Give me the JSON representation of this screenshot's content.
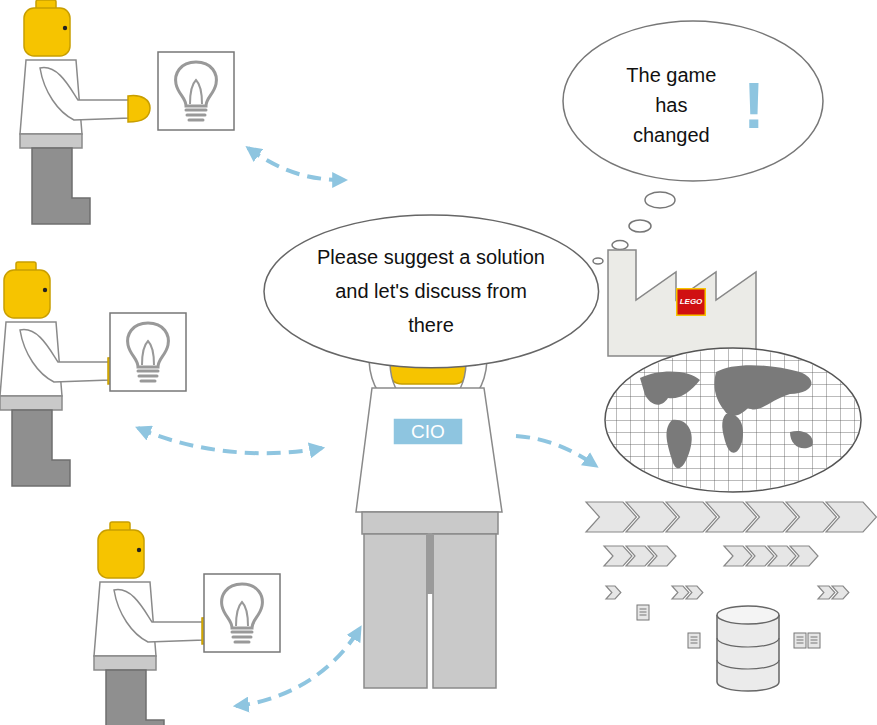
{
  "diagram": {
    "nodes": [
      {
        "text": [
          "Please suggest a solution and let's discuss from there"
        ]
      },
      {
        "text": [
          "The game has changed",
          "!"
        ]
      },
      {
        "text": [
          "CIO"
        ]
      },
      {
        "text": [
          "LEGO"
        ]
      }
    ]
  }
}
